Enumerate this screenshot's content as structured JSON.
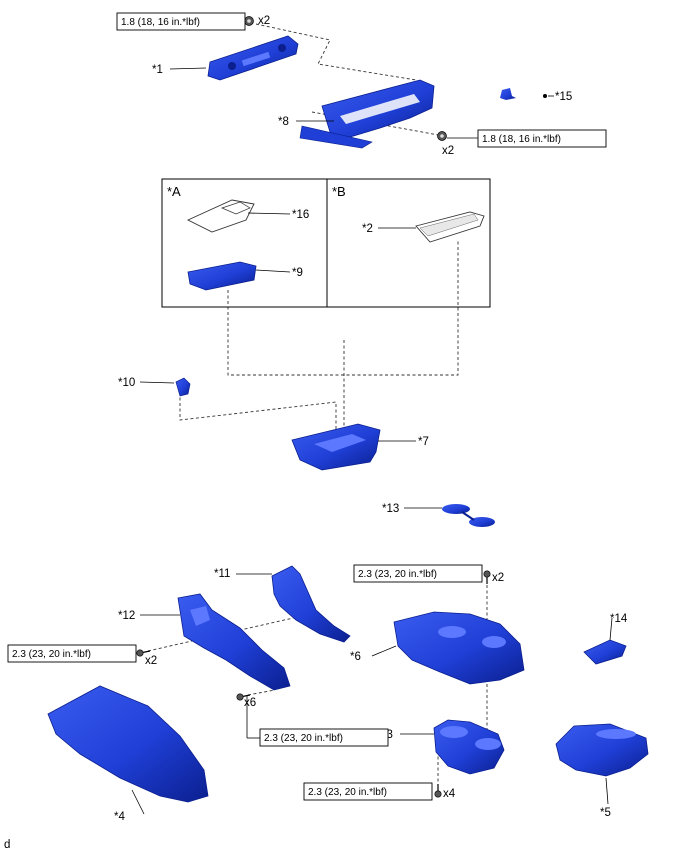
{
  "accent_color": "#1f3fd6",
  "dark_blue": "#0b1f8f",
  "torque_values": {
    "small": "1.8 (18, 16 in.*lbf)",
    "large": "2.3 (23, 20 in.*lbf)"
  },
  "quantities": {
    "x2": "x2",
    "x4": "x4",
    "x6": "x6"
  },
  "box_labels": {
    "a": "*A",
    "b": "*B"
  },
  "part_labels": {
    "p1": "*1",
    "p2": "*2",
    "p3": "*3",
    "p4": "*4",
    "p5": "*5",
    "p6": "*6",
    "p7": "*7",
    "p8": "*8",
    "p9": "*9",
    "p10": "*10",
    "p11": "*11",
    "p12": "*12",
    "p13": "*13",
    "p14": "*14",
    "p15": "*15",
    "p16": "*16"
  },
  "corner_mark": "d"
}
